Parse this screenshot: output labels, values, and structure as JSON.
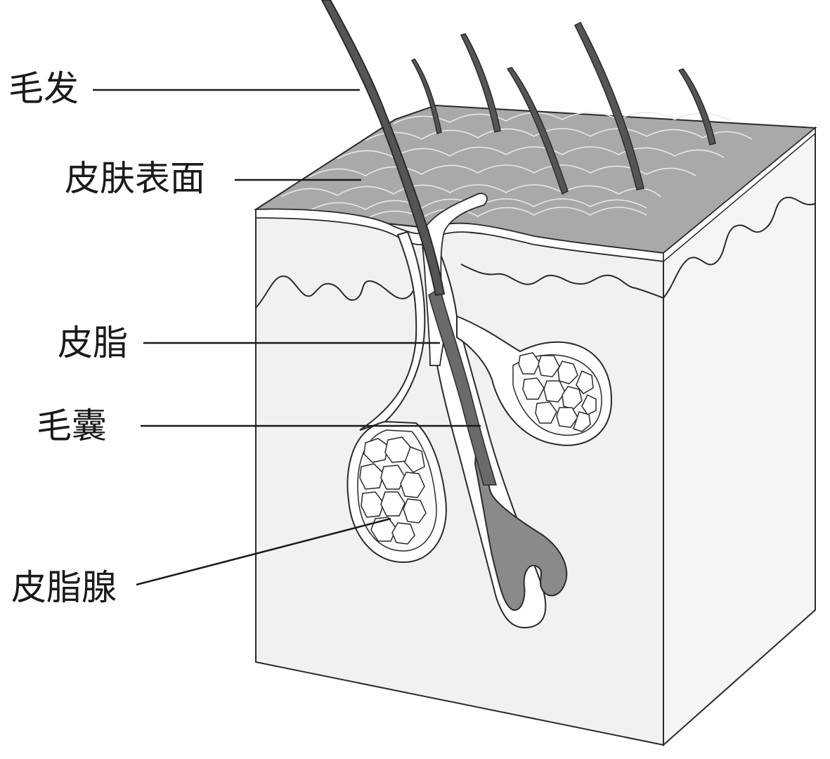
{
  "labels": {
    "hair": "毛发",
    "skin_surface": "皮肤表面",
    "sebum": "皮脂",
    "hair_follicle": "毛囊",
    "sebaceous_gland": "皮脂腺"
  },
  "colors": {
    "outline": "#2a2a2a",
    "skin_top": "#a9a9a9",
    "skin_front": "#f1f1f1",
    "skin_side": "#f5f5f5",
    "hair": "#555555",
    "follicle_inner": "#8a8a8a",
    "gland_cells": "#ffffff"
  }
}
